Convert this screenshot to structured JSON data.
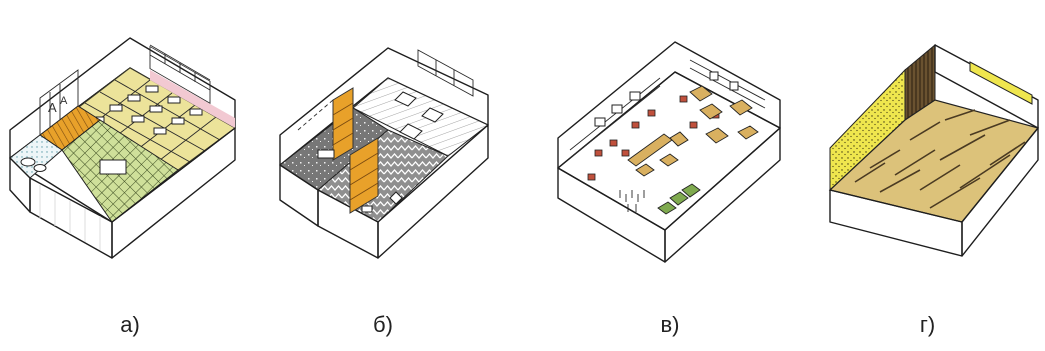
{
  "figure": {
    "panels": [
      {
        "id": "a",
        "caption": "а)"
      },
      {
        "id": "b",
        "caption": "б)"
      },
      {
        "id": "v",
        "caption": "в)"
      },
      {
        "id": "g",
        "caption": "г)"
      }
    ]
  },
  "colors": {
    "orange": "#e8a12a",
    "yellow_floor": "#ece39a",
    "green_hatch": "#c9dc8e",
    "pink": "#f2c9d2",
    "grey_floor": "#8f8f8f",
    "light_grey": "#d8d8d8",
    "red_furniture": "#c0503c",
    "tan_furniture": "#d9b060",
    "green_furniture": "#7faa4f",
    "bright_yellow": "#efe64e",
    "wood": "#dcc27a",
    "wood_dark": "#4a3a22"
  }
}
